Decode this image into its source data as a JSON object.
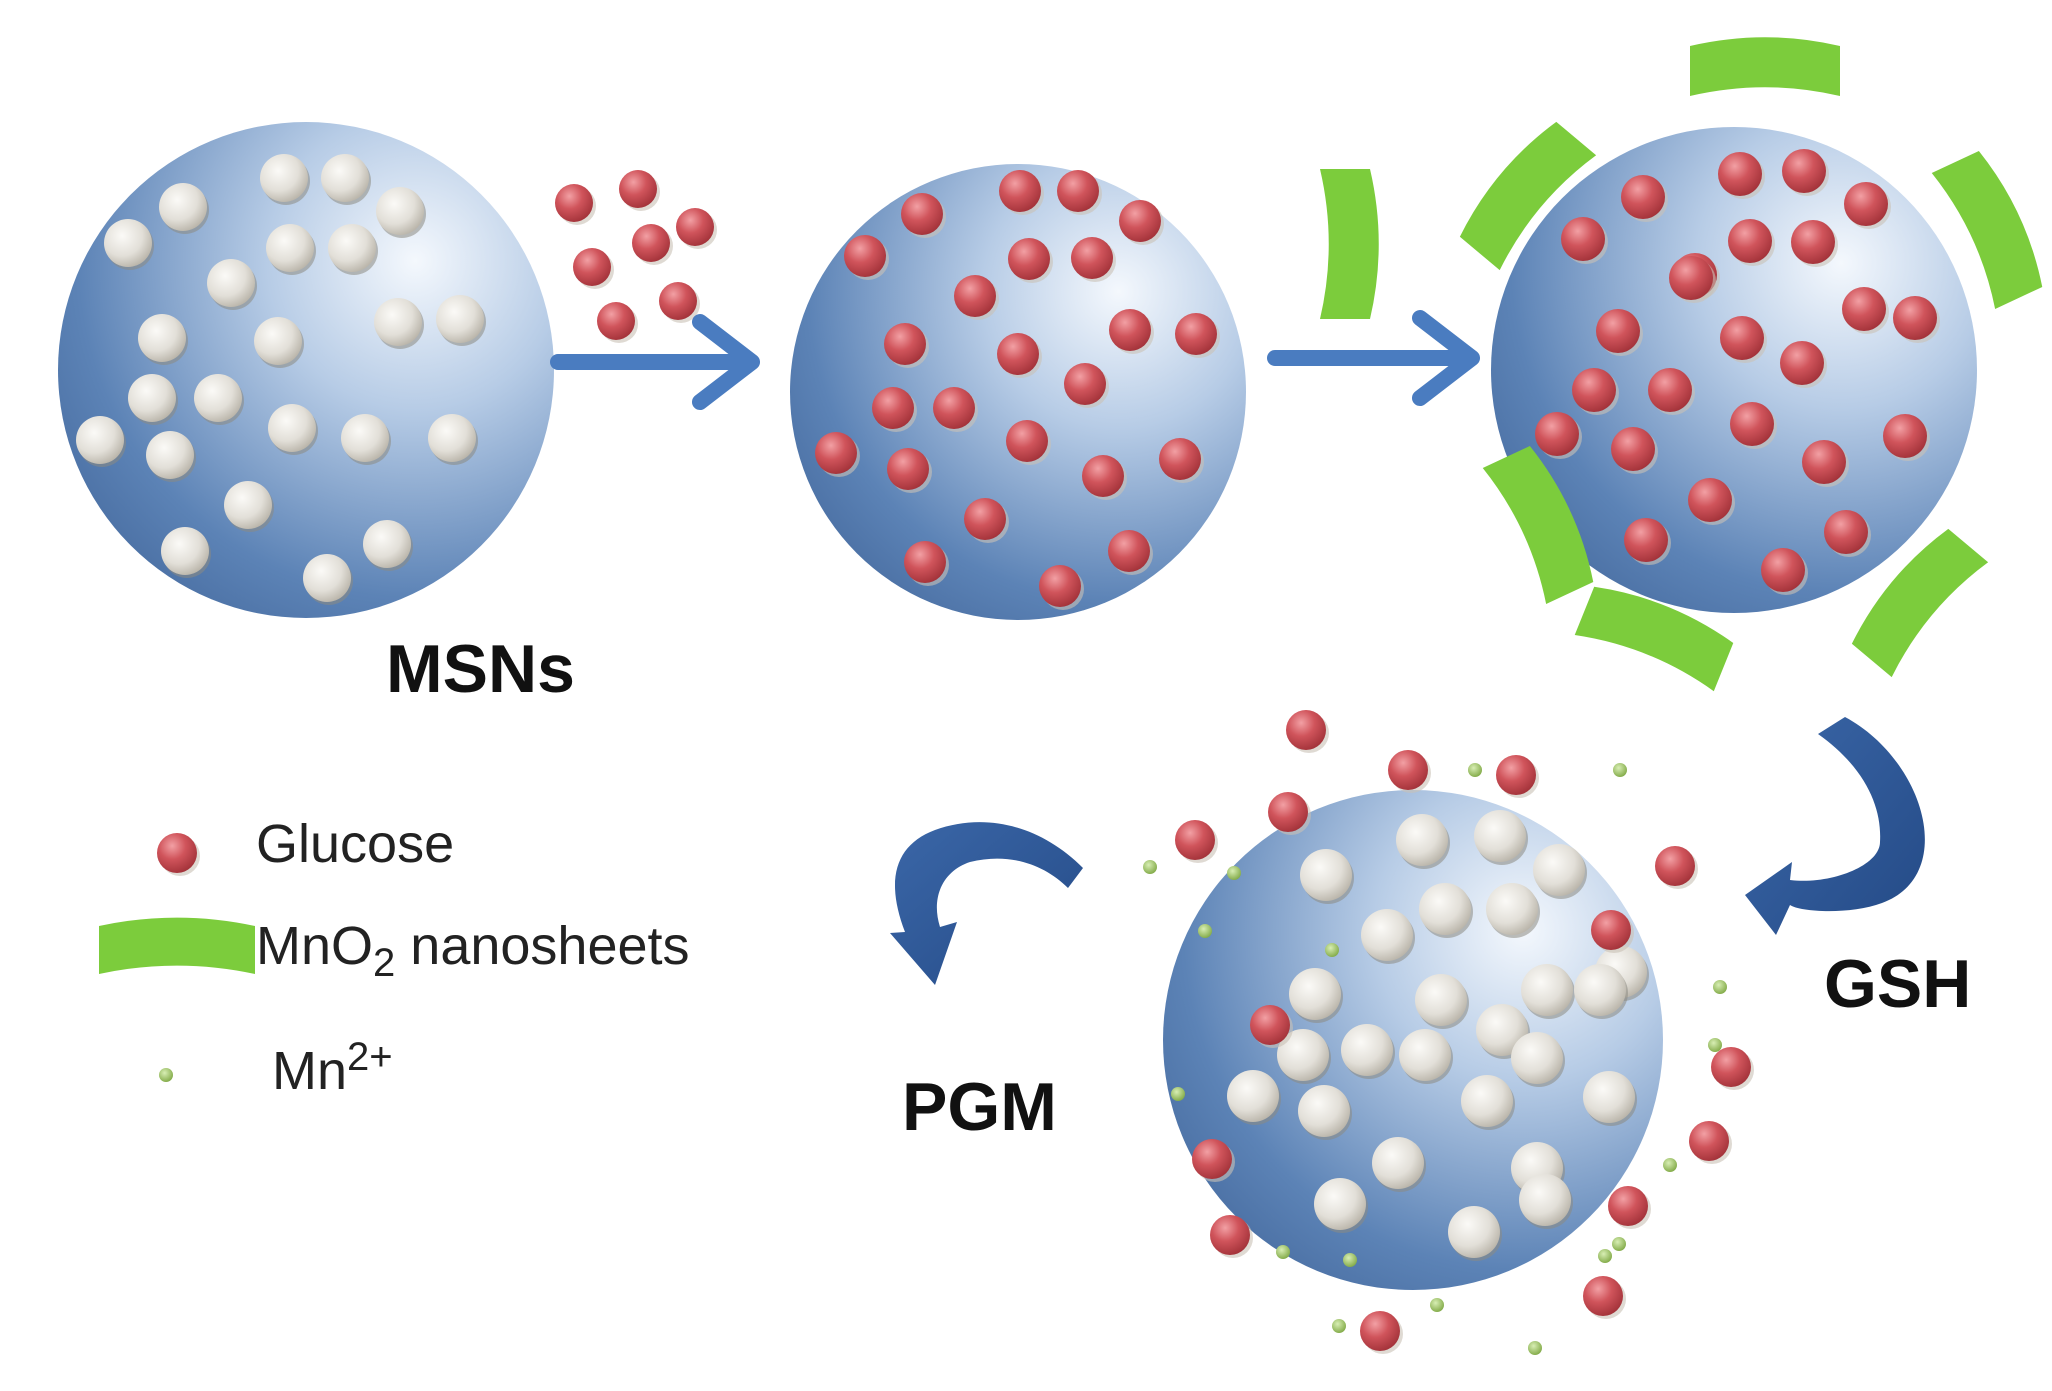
{
  "labels": {
    "msns": "MSNs",
    "gsh": "GSH",
    "pgm": "PGM"
  },
  "legend": {
    "glucose": "Glucose",
    "mno2_main": "MnO",
    "mno2_sub": "2",
    "mno2_tail": " nanosheets",
    "mn_main": "Mn",
    "mn_sup": "2+"
  },
  "colors": {
    "sphere_light": "#e8f0fa",
    "sphere_dark": "#4b73a8",
    "pore": "#dcd9d2",
    "glucose": "#c8454c",
    "nanosheet": "#7ccc3c",
    "mn_ion": "#9cc45a",
    "arrow_straight": "#4a7cc0",
    "arrow_curved": "#2c5593"
  },
  "icons": [
    "msn-sphere-icon",
    "glucose-icon",
    "mno2-nanosheet-icon",
    "mn-ion-icon",
    "arrow-right-icon",
    "curved-arrow-icon"
  ]
}
